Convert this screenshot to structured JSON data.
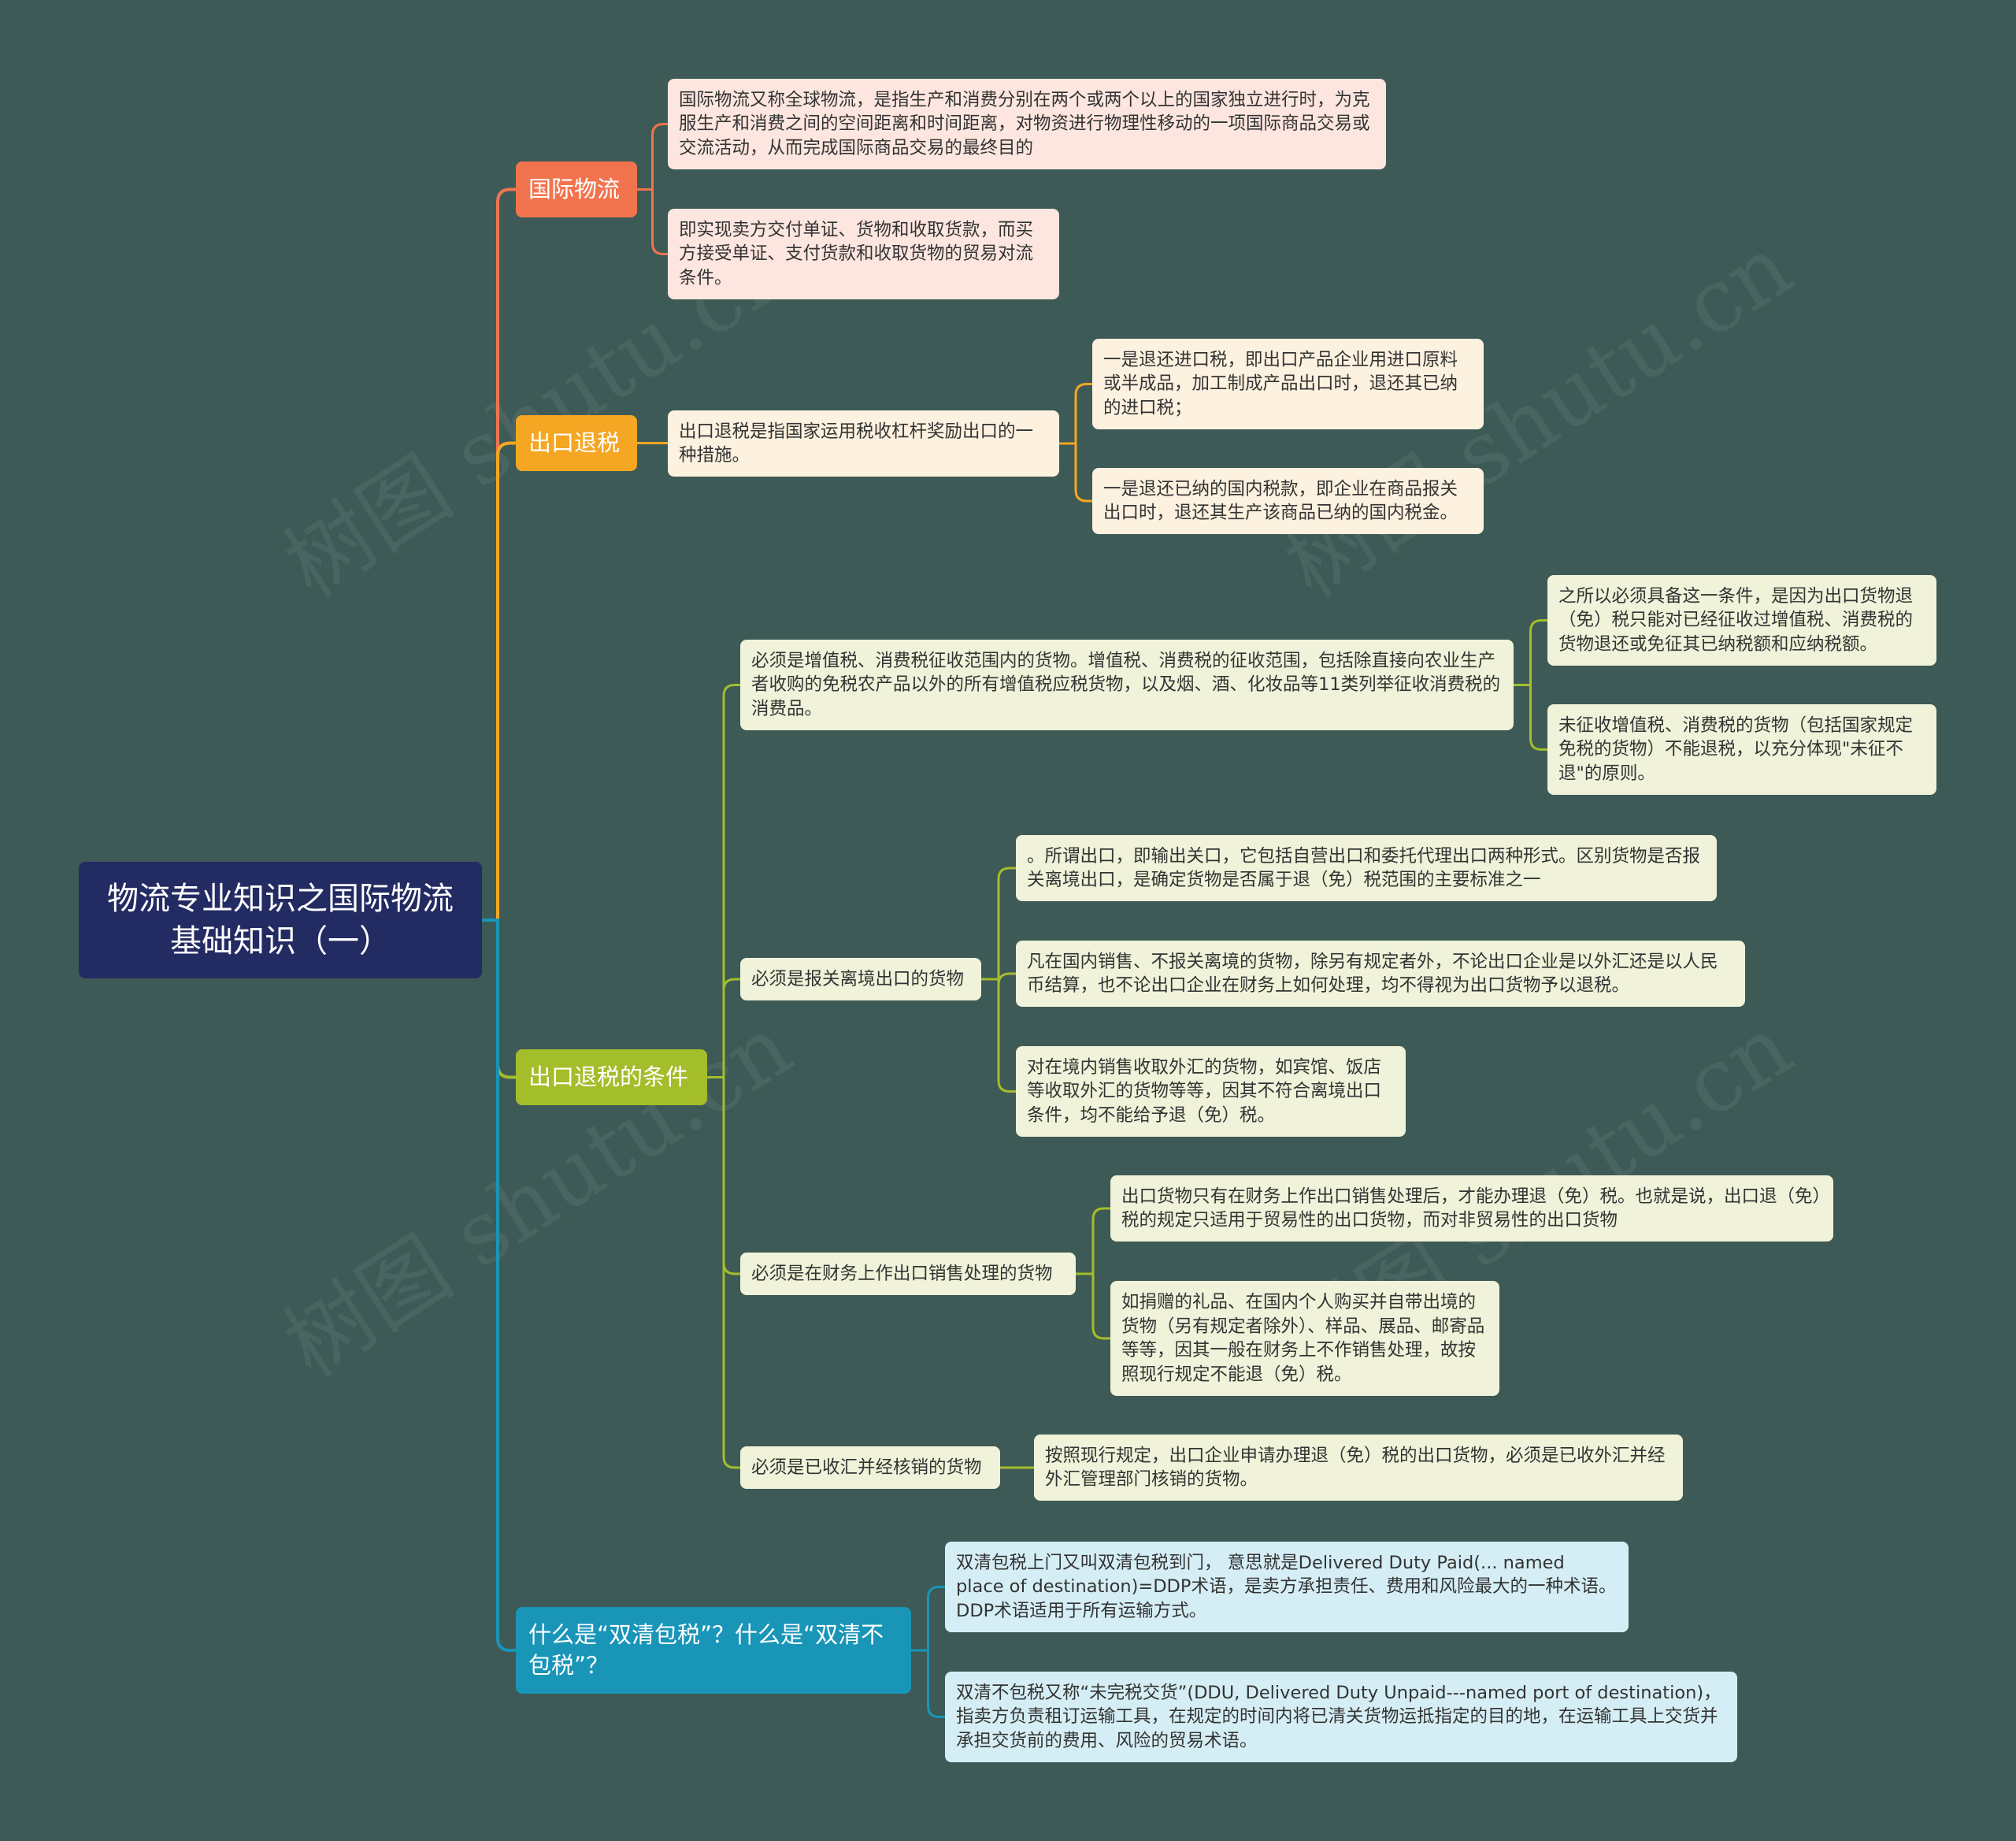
{
  "watermark": "树图 shutu.cn",
  "root": {
    "label": "物流专业知识之国际物流基础知识（一）"
  },
  "branches": [
    {
      "id": "intl",
      "label": "国际物流",
      "color": "#f2744f",
      "leaf_bg": "#fde6df",
      "children": [
        {
          "text": "国际物流又称全球物流，是指生产和消费分别在两个或两个以上的国家独立进行时，为克服生产和消费之间的空间距离和时间距离，对物资进行物理性移动的一项国际商品交易或交流活动，从而完成国际商品交易的最终目的"
        },
        {
          "text": "即实现卖方交付单证、货物和收取货款，而买方接受单证、支付货款和收取货物的贸易对流条件。"
        }
      ]
    },
    {
      "id": "refund",
      "label": "出口退税",
      "color": "#f5a623",
      "leaf_bg": "#fdf1df",
      "children": [
        {
          "text": "出口退税是指国家运用税收杠杆奖励出口的一种措施。",
          "children": [
            {
              "text": " 一是退还进口税，即出口产品企业用进口原料或半成品，加工制成产品出口时，退还其已纳的进口税；"
            },
            {
              "text": "一是退还已纳的国内税款，即企业在商品报关出口时，退还其生产该商品已纳的国内税金。"
            }
          ]
        }
      ]
    },
    {
      "id": "conditions",
      "label": "出口退税的条件",
      "color": "#a4bd2b",
      "leaf_bg": "#f0f2d9",
      "children": [
        {
          "text": "必须是增值税、消费税征收范围内的货物。增值税、消费税的征收范围，包括除直接向农业生产者收购的免税农产品以外的所有增值税应税货物，以及烟、酒、化妆品等11类列举征收消费税的消费品。",
          "children": [
            {
              "text": "之所以必须具备这一条件，是因为出口货物退（免）税只能对已经征收过增值税、消费税的货物退还或免征其已纳税额和应纳税额。"
            },
            {
              "text": "未征收增值税、消费税的货物（包括国家规定免税的货物）不能退税，以充分体现\"未征不退\"的原则。"
            }
          ]
        },
        {
          "text": "必须是报关离境出口的货物",
          "children": [
            {
              "text": "。所谓出口，即输出关口，它包括自营出口和委托代理出口两种形式。区别货物是否报关离境出口，是确定货物是否属于退（免）税范围的主要标准之一"
            },
            {
              "text": "凡在国内销售、不报关离境的货物，除另有规定者外，不论出口企业是以外汇还是以人民币结算，也不论出口企业在财务上如何处理，均不得视为出口货物予以退税。"
            },
            {
              "text": "对在境内销售收取外汇的货物，如宾馆、饭店等收取外汇的货物等等，因其不符合离境出口条件，均不能给予退（免）税。"
            }
          ]
        },
        {
          "text": "必须是在财务上作出口销售处理的货物",
          "children": [
            {
              "text": "出口货物只有在财务上作出口销售处理后，才能办理退（免）税。也就是说，出口退（免）税的规定只适用于贸易性的出口货物，而对非贸易性的出口货物"
            },
            {
              "text": "如捐赠的礼品、在国内个人购买并自带出境的货物（另有规定者除外）、样品、展品、邮寄品等等，因其一般在财务上不作销售处理，故按照现行规定不能退（免）税。"
            }
          ]
        },
        {
          "text": "必须是已收汇并经核销的货物",
          "children": [
            {
              "text": "按照现行规定，出口企业申请办理退（免）税的出口货物，必须是已收外汇并经外汇管理部门核销的货物。"
            }
          ]
        }
      ]
    },
    {
      "id": "ddp",
      "label": "什么是“双清包税”？什么是“双清不包税”？",
      "color": "#1995b8",
      "leaf_bg": "#d5eef5",
      "children": [
        {
          "text": "双清包税上门又叫双清包税到门， 意思就是Delivered Duty Paid(... named place of destination)=DDP术语，是卖方承担责任、费用和风险最大的一种术语。 DDP术语适用于所有运输方式。"
        },
        {
          "text": "双清不包税又称“未完税交货”(DDU, Delivered Duty Unpaid---named port of destination)，指卖方负责租订运输工具，在规定的时间内将已清关货物运抵指定的目的地，在运输工具上交货并承担交货前的费用、风险的贸易术语。"
        }
      ]
    }
  ]
}
